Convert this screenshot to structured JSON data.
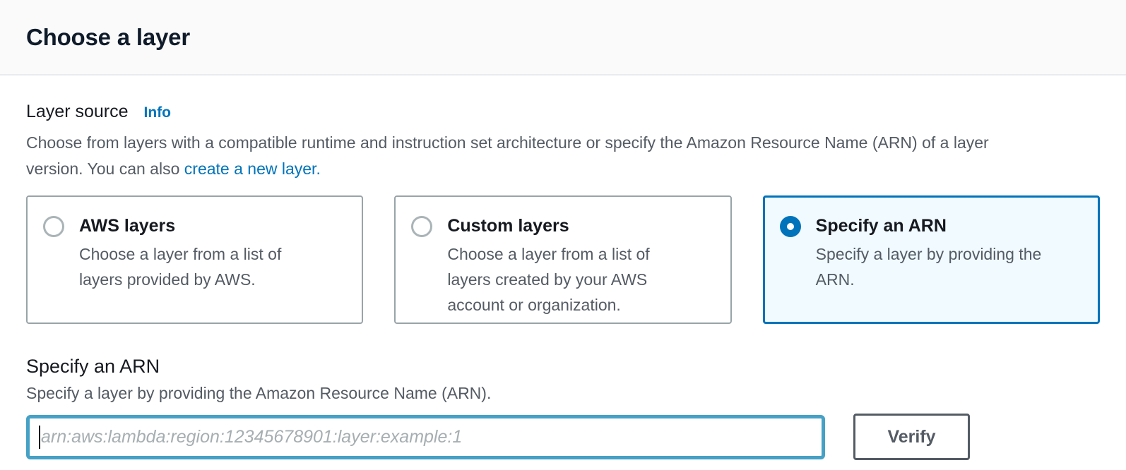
{
  "header": {
    "title": "Choose a layer"
  },
  "layer_source": {
    "label": "Layer source",
    "info_link": "Info",
    "description_line1": "Choose from layers with a compatible runtime and instruction set architecture or specify the Amazon Resource Name (ARN) of a layer",
    "description_line2_prefix": "version. You can also ",
    "create_layer_link": "create a new layer."
  },
  "tiles": [
    {
      "title": "AWS layers",
      "description_lines": [
        "Choose a layer from a list of",
        "layers provided by AWS."
      ],
      "selected": false
    },
    {
      "title": "Custom layers",
      "description_lines": [
        "Choose a layer from a list of",
        "layers created by your AWS",
        "account or organization."
      ],
      "selected": false
    },
    {
      "title": "Specify an ARN",
      "description_lines": [
        "Specify a layer by providing the",
        "ARN."
      ],
      "selected": true
    }
  ],
  "arn_section": {
    "title": "Specify an ARN",
    "description": "Specify a layer by providing the Amazon Resource Name (ARN).",
    "input_value": "",
    "input_placeholder": "arn:aws:lambda:region:12345678901:layer:example:1",
    "verify_button": "Verify"
  },
  "colors": {
    "link_blue": "#0073bb",
    "selected_tile_border": "#0073bb",
    "selected_tile_bg": "#f1faff",
    "input_focus_border": "#46a1c6",
    "button_border": "#545b64",
    "body_text_gray": "#545b64"
  }
}
